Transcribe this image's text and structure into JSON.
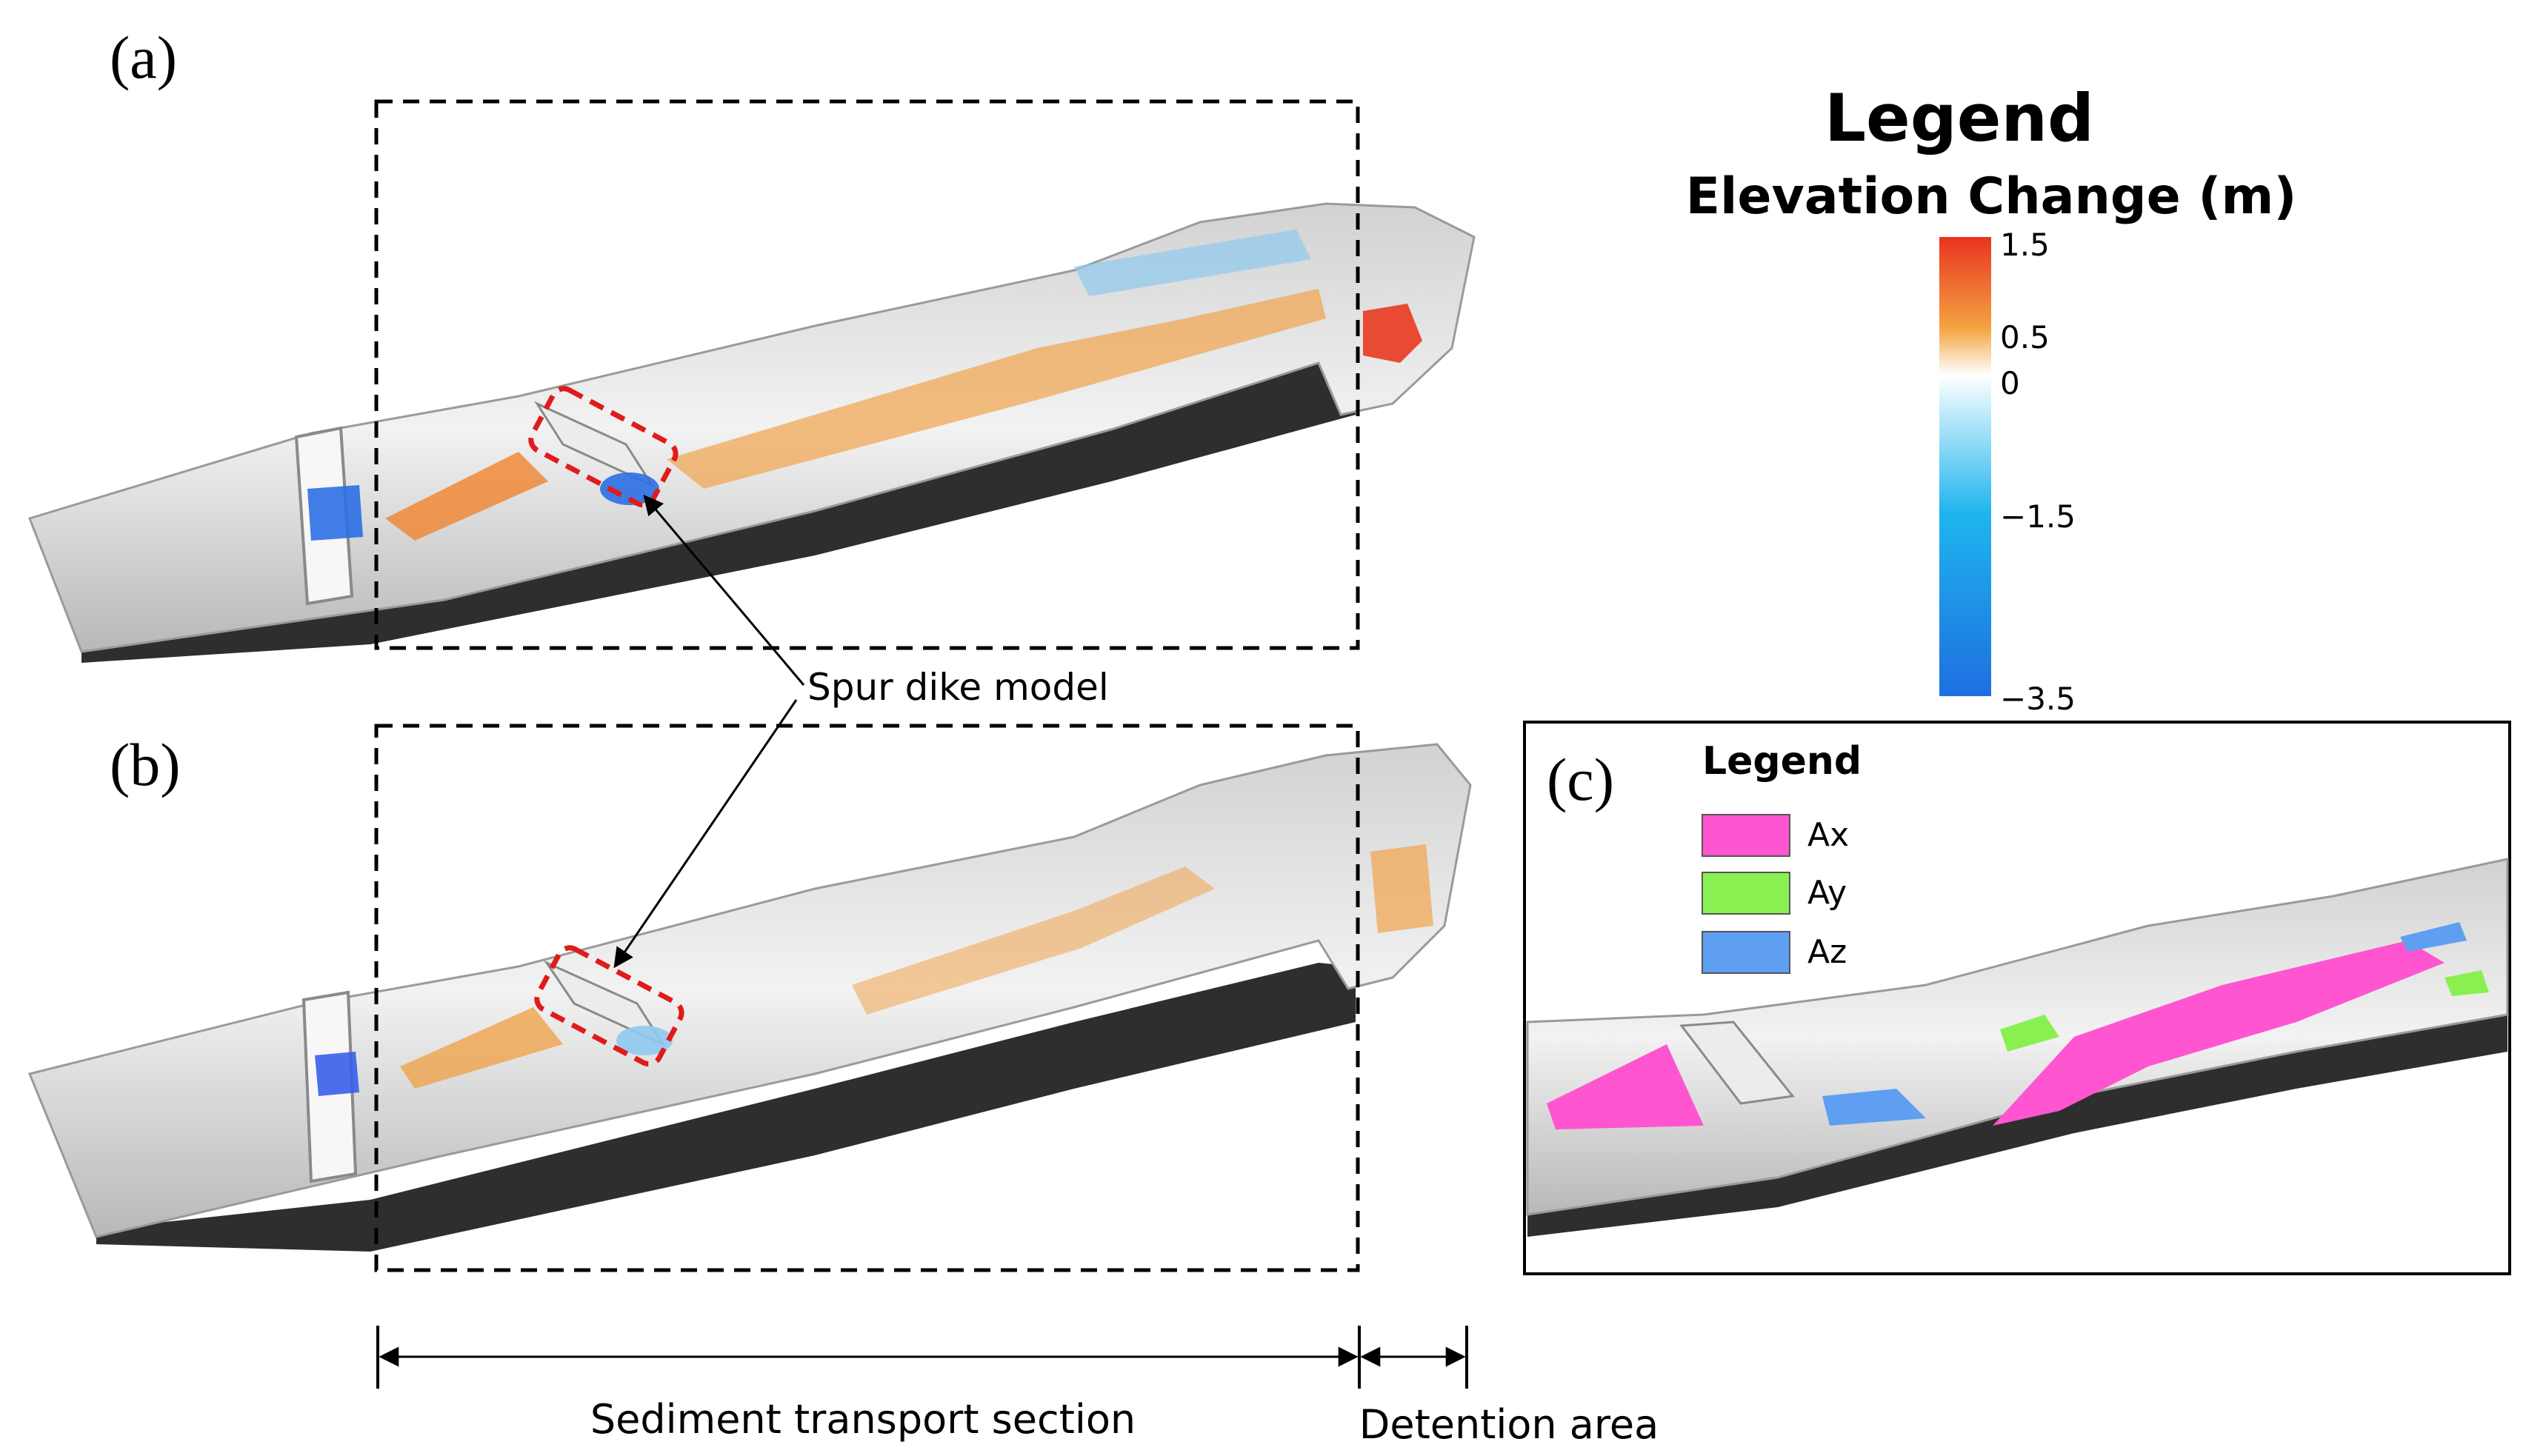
{
  "panels": {
    "a_label": "(a)",
    "b_label": "(b)",
    "c_label": "(c)"
  },
  "elevation_legend": {
    "title": "Legend",
    "subtitle": "Elevation Change (m)",
    "ticks": [
      "1.5",
      "0.5",
      "0",
      "−1.5",
      "−3.5"
    ],
    "colors": {
      "high": "#e8341f",
      "mid_high": "#f4a442",
      "zero": "#ffffff",
      "mid_low": "#1fb5ee",
      "low": "#1e6fe0"
    }
  },
  "area_legend": {
    "title": "Legend",
    "items": [
      {
        "label": "Ax",
        "color": "#ff55d0"
      },
      {
        "label": "Ay",
        "color": "#8af052"
      },
      {
        "label": "Az",
        "color": "#5f9ff2"
      }
    ]
  },
  "annotations": {
    "spur_dike": "Spur dike model",
    "sediment_section": "Sediment transport section",
    "detention_area": "Detention area"
  }
}
